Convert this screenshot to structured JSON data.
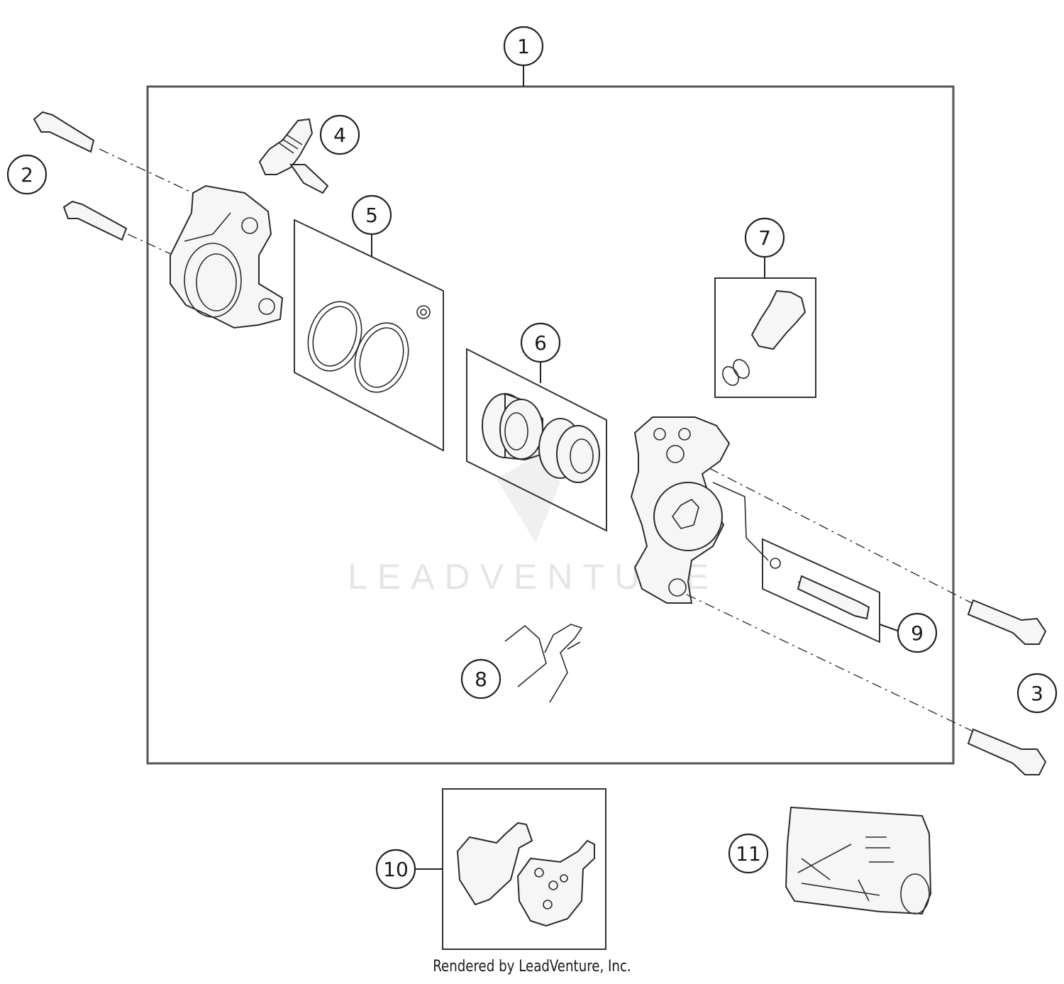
{
  "callouts": [
    {
      "id": "c1",
      "label": "1"
    },
    {
      "id": "c2",
      "label": "2"
    },
    {
      "id": "c3",
      "label": "3"
    },
    {
      "id": "c4",
      "label": "4"
    },
    {
      "id": "c5",
      "label": "5"
    },
    {
      "id": "c6",
      "label": "6"
    },
    {
      "id": "c7",
      "label": "7"
    },
    {
      "id": "c8",
      "label": "8"
    },
    {
      "id": "c9",
      "label": "9"
    },
    {
      "id": "c10",
      "label": "10"
    },
    {
      "id": "c11",
      "label": "11"
    }
  ],
  "watermark": {
    "text": "LEADVENTURE"
  },
  "footer": {
    "text": "Rendered by LeadVenture, Inc."
  },
  "colors": {
    "line": "#2b2b2b",
    "frame": "#555555",
    "watermark": "#d0d0d0"
  }
}
